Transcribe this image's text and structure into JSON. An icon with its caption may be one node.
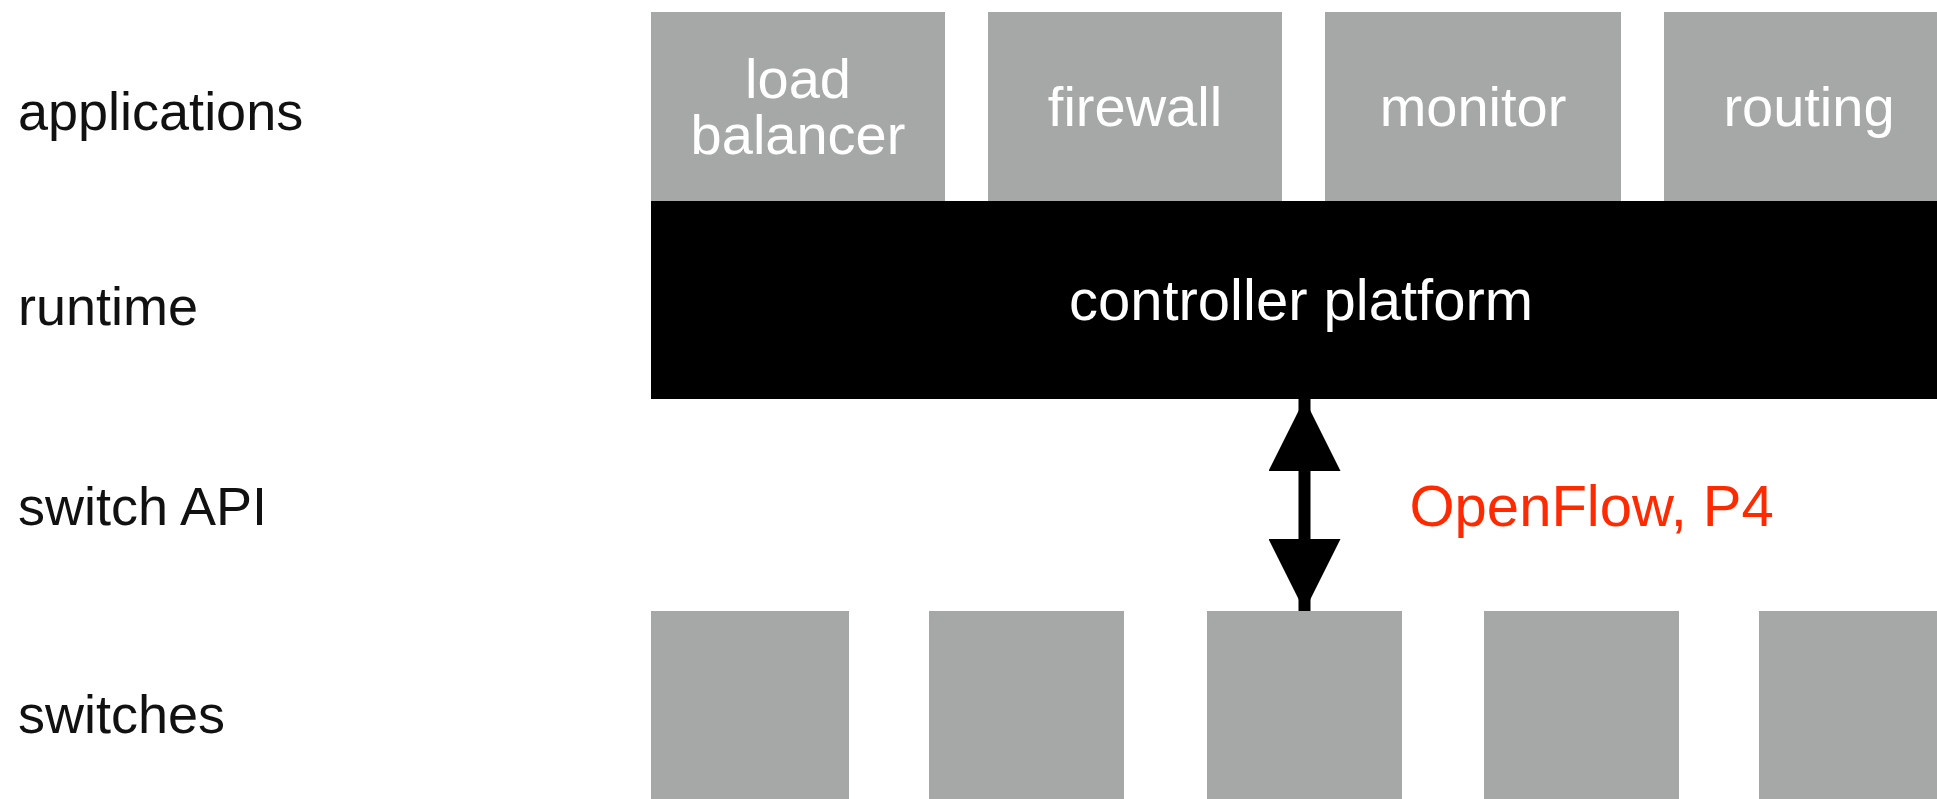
{
  "diagram": {
    "nodes": [
      {
        "text": [
          "load balancer"
        ]
      },
      {
        "text": [
          "firewall"
        ]
      },
      {
        "text": [
          "monitor"
        ]
      },
      {
        "text": [
          "routing"
        ]
      },
      {
        "text": [
          "controller platform"
        ]
      },
      {
        "text": [],
        "shape": "box"
      },
      {
        "text": [],
        "shape": "box"
      },
      {
        "text": [],
        "shape": "box"
      },
      {
        "text": [],
        "shape": "box"
      },
      {
        "text": [],
        "shape": "box"
      }
    ],
    "edges": [
      {
        "from": 4,
        "to": 7,
        "arrow": "both",
        "label": "OpenFlow, P4"
      }
    ],
    "labels": [
      "applications",
      "runtime",
      "switch API",
      "switches"
    ]
  }
}
